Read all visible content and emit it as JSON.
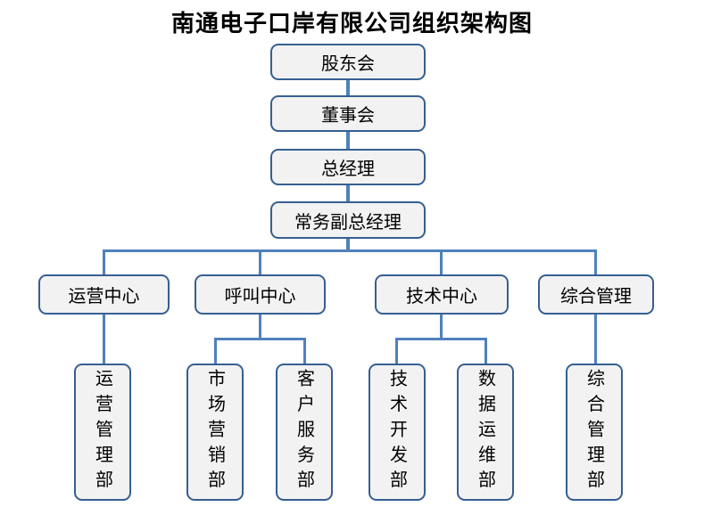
{
  "title": "南通电子口岸有限公司组织架构图",
  "colors": {
    "box_border": "#365f91",
    "box_fill": "#f2f2f2",
    "connector": "#4f81bd",
    "text": "#000000",
    "background": "#ffffff"
  },
  "org": {
    "chain": [
      {
        "label": "股东会"
      },
      {
        "label": "董事会"
      },
      {
        "label": "总经理"
      },
      {
        "label": "常务副总经理"
      }
    ],
    "centers": [
      {
        "label": "运营中心"
      },
      {
        "label": "呼叫中心"
      },
      {
        "label": "技术中心"
      },
      {
        "label": "综合管理"
      }
    ],
    "departments": [
      {
        "label": "运营管理部",
        "parent": "运营中心"
      },
      {
        "label": "市场营销部",
        "parent": "呼叫中心"
      },
      {
        "label": "客户服务部",
        "parent": "呼叫中心"
      },
      {
        "label": "技术开发部",
        "parent": "技术中心"
      },
      {
        "label": "数据运维部",
        "parent": "技术中心"
      },
      {
        "label": "综合管理部",
        "parent": "综合管理"
      }
    ]
  }
}
